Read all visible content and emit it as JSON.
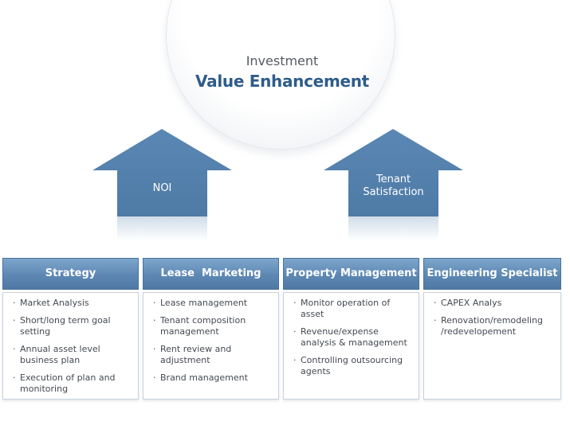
{
  "header": {
    "label": "Investment",
    "title": "Value Enhancement"
  },
  "arrows": {
    "left": "NOI",
    "right": "Tenant\nSatisfaction"
  },
  "columns": [
    {
      "title": "Strategy",
      "items": [
        "Market Analysis",
        "Short/long term goal setting",
        "Annual asset level business plan",
        "Execution of plan and monitoring"
      ]
    },
    {
      "title": "Lease  Marketing",
      "items": [
        "Lease management",
        "Tenant composition management",
        "Rent review and adjustment",
        "Brand management"
      ]
    },
    {
      "title": "Property Management",
      "items": [
        "Monitor operation of asset",
        "Revenue/expense analysis & management",
        "Controlling outsourcing agents"
      ]
    },
    {
      "title": "Engineering Specialist",
      "items": [
        "CAPEX Analys",
        "Renovation/remodeling /redevelopement"
      ]
    }
  ]
}
